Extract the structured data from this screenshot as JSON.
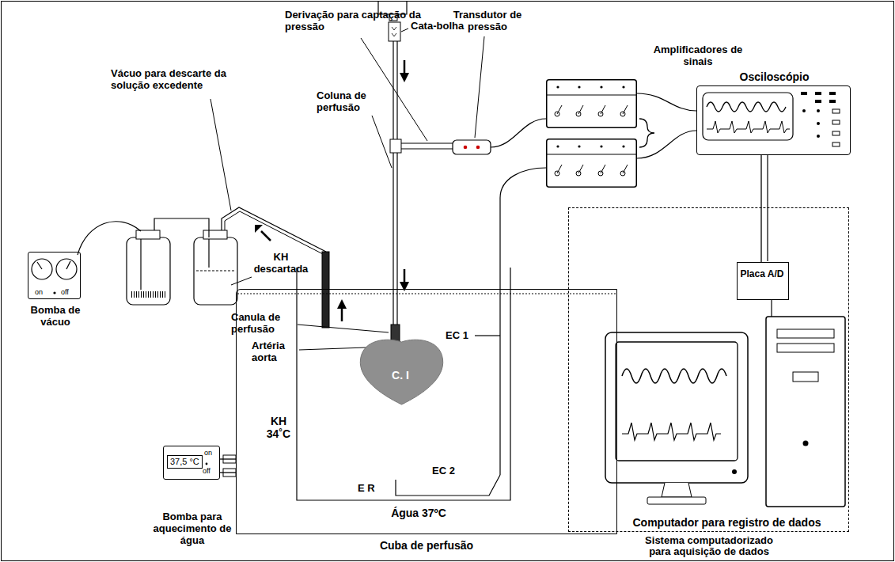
{
  "diagram": {
    "nodes": [
      {
        "text": [
          "KH 34˚C",
          "Água 37ºC",
          "Cuba de perfusão"
        ]
      },
      {
        "text": [
          "C. I"
        ],
        "in": 0
      },
      {
        "text": [
          "37,5 °C",
          "on",
          "off",
          "Bomba para aquecimento de água"
        ]
      },
      {
        "text": [
          "on",
          "off",
          "Bomba de vácuo"
        ]
      },
      {
        "text": [
          "Osciloscópio"
        ]
      },
      {
        "text": [
          "Sistema computadorizado para aquisição de dados"
        ]
      },
      {
        "text": [
          "Placa A/D"
        ],
        "in": 5
      },
      {
        "text": [
          "Computador para registro de dados"
        ],
        "in": 5
      }
    ],
    "edges": [
      {
        "from": 2,
        "to": 0,
        "arrow": "none"
      },
      {
        "from": 2,
        "to": 0,
        "arrow": "none"
      },
      {
        "from": 4,
        "to": 6,
        "arrow": "none"
      }
    ],
    "labels": [
      "Derivação para captação da pressão",
      "Cata-bolha",
      "Transdutor de pressão",
      "Vácuo para descarte da solução excedente",
      "Coluna de perfusão",
      "Amplificadores de sinais",
      "KH descartada",
      "Canula de perfusão",
      "Artéria aorta",
      "EC 1",
      "EC 2",
      "E R"
    ]
  }
}
